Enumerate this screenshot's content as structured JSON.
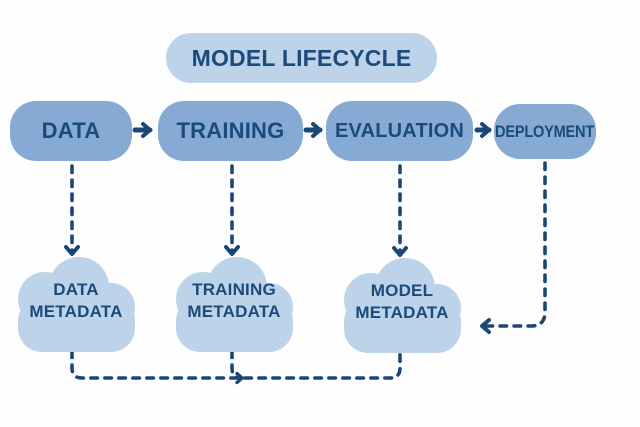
{
  "title": {
    "label": "MODEL LIFECYCLE"
  },
  "pipeline": {
    "stages": [
      {
        "label": "DATA"
      },
      {
        "label": "TRAINING"
      },
      {
        "label": "EVALUATION"
      },
      {
        "label": "DEPLOYMENT"
      }
    ]
  },
  "metadata_stores": [
    {
      "line1": "DATA",
      "line2": "METADATA"
    },
    {
      "line1": "TRAINING",
      "line2": "METADATA"
    },
    {
      "line1": "MODEL",
      "line2": "METADATA"
    }
  ],
  "icons": {
    "cloud": "cloud-shape",
    "flow_arrow": "chevron-arrow"
  },
  "colors": {
    "stage_fill": "#86aad4",
    "cloud_fill": "#bdd3e9",
    "text_navy": "#1b4a7c",
    "connector_navy": "#1b4776",
    "background": "#fefefe"
  }
}
